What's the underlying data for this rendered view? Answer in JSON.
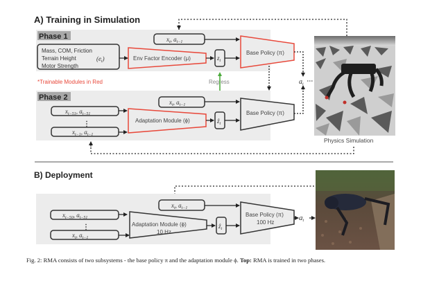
{
  "section_a": {
    "title": "A) Training in Simulation",
    "phase1": {
      "label": "Phase 1",
      "env_factors": [
        "Mass, COM, Friction",
        "Terrain Height",
        "Motor Strength"
      ],
      "env_symbol": "(e",
      "env_symbol_sub": "t",
      "env_symbol_close": ")",
      "state_input": "x",
      "state_input_sub": "t",
      "action_input": "a",
      "action_input_sub": "t−1",
      "encoder_label": "Env Factor Encoder (μ)",
      "latent": "z",
      "latent_sub": "t",
      "base_policy_label": "Base Policy (π)"
    },
    "trainable_note": "*Trainable Modules in Red",
    "regress_label": "Regress",
    "phase2": {
      "label": "Phase 2",
      "history_first": {
        "x": "x",
        "x_sub": "t−51",
        "a": "a",
        "a_sub": "t−51"
      },
      "history_last": {
        "x": "x",
        "x_sub": "t−1",
        "a": "a",
        "a_sub": "t−1"
      },
      "ellipsis": "⋮",
      "state_input": "x",
      "state_input_sub": "t",
      "action_input": "a",
      "action_input_sub": "t−1",
      "adaptation_label": "Adaptation Module (ϕ)",
      "latent_hat": "ẑ",
      "latent_sub": "t",
      "base_policy_label": "Base Policy (π)"
    },
    "action_output": "a",
    "action_output_sub": "t",
    "sim_caption": "Physics Simulation"
  },
  "section_b": {
    "title": "B) Deployment",
    "history_first": {
      "x": "x",
      "x_sub": "t−50",
      "a": "a",
      "a_sub": "t−51"
    },
    "history_last": {
      "x": "x",
      "x_sub": "t",
      "a": "a",
      "a_sub": "t−1"
    },
    "ellipsis": "⋮",
    "state_input": "x",
    "state_input_sub": "t",
    "action_input": "a",
    "action_input_sub": "t−1",
    "adaptation_label": "Adaptation Module (ϕ)",
    "adaptation_rate": "10 Hz",
    "latent_hat": "ẑ",
    "latent_sub": "t",
    "base_policy_label": "Base Policy (π)",
    "base_policy_rate": "100 Hz",
    "action_output": "a",
    "action_output_sub": "t"
  },
  "caption": {
    "prefix": "Fig. 2: RMA consists of two subsystems - the base policy π and the adaptation module ϕ. ",
    "bold": "Top:",
    "suffix": " RMA is trained in two phases."
  },
  "colors": {
    "trainable": "#e8483a",
    "regress": "#4caa3c",
    "panel_bg": "#ececec",
    "phase_label_bg": "#a8a8a8",
    "box_stroke": "#333333"
  }
}
